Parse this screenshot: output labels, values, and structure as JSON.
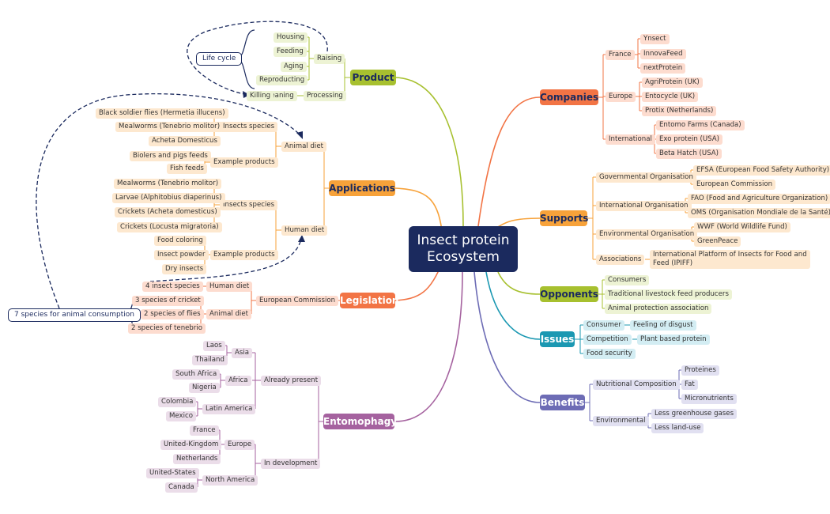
{
  "center": {
    "line1": "Insect protein",
    "line2": "Ecosystem"
  },
  "main_topics": {
    "product": "Product",
    "applications": "Applications",
    "legislation": "Legislation",
    "entomophagy": "Entomophagy",
    "companies": "Companies",
    "supports": "Supports",
    "opponents": "Opponents",
    "issues": "Issues",
    "benefits": "Benefits"
  },
  "product": {
    "raising": "Raising",
    "raising_items": [
      "Housing",
      "Feeding",
      "Aging",
      "Reproducting"
    ],
    "processing": "Processing",
    "cleaning": "Cleaning",
    "killing": "Killing",
    "lifecycle_note": "Life cycle"
  },
  "applications": {
    "animal_diet": "Animal diet",
    "human_diet": "Human diet",
    "insects_species": "Insects species",
    "example_products": "Example products",
    "animal_insects": [
      "Black soldier flies (Hermetia illucens)",
      "Mealworms (Tenebrio molitor)",
      "Acheta Domesticus"
    ],
    "animal_products": [
      "Biolers and pigs feeds",
      "Fish feeds"
    ],
    "human_insects": [
      "Mealworms (Tenebrio molitor)",
      "Larvae (Alphitobius diaperinus)",
      "Crickets (Acheta domesticus)",
      "Crickets (Locusta migratoria)"
    ],
    "human_products": [
      "Food coloring",
      "Insect powder",
      "Dry insects"
    ]
  },
  "legislation": {
    "european_commission": "European Commission",
    "human_diet": "Human diet",
    "animal_diet": "Animal diet",
    "human_species": "4 insect species",
    "animal_species": [
      "3 species of cricket",
      "2 species of flies",
      "2 species of tenebrio"
    ],
    "note": "7 species for animal consumption"
  },
  "entomophagy": {
    "already_present": "Already present",
    "in_development": "In development",
    "asia": "Asia",
    "asia_items": [
      "Laos",
      "Thailand"
    ],
    "africa": "Africa",
    "africa_items": [
      "South Africa",
      "Nigeria"
    ],
    "latin_america": "Latin America",
    "latin_items": [
      "Colombia",
      "Mexico"
    ],
    "europe": "Europe",
    "europe_items": [
      "France",
      "United-Kingdom",
      "Netherlands"
    ],
    "north_america": "North America",
    "na_items": [
      "United-States",
      "Canada"
    ]
  },
  "companies": {
    "france": "France",
    "france_items": [
      "Ynsect",
      "InnovaFeed",
      "nextProtein"
    ],
    "europe": "Europe",
    "europe_items": [
      "AgriProtein (UK)",
      "Entocycle (UK)",
      "Protix (Netherlands)"
    ],
    "international": "International",
    "international_items": [
      "Entomo Farms (Canada)",
      "Exo protein (USA)",
      "Beta Hatch (USA)"
    ]
  },
  "supports": {
    "governmental": "Governmental Organisation",
    "gov_items": [
      "EFSA (European Food Safety Authority)",
      "European Commission"
    ],
    "international": "International Organisation",
    "int_items": [
      "FAO (Food and Agriculture Organization)",
      "OMS (Organisation Mondiale de la Santé)"
    ],
    "environmental": "Environmental Organisation",
    "env_items": [
      "WWF (World Wildlife Fund)",
      "GreenPeace"
    ],
    "associations": "Associations",
    "assoc_item_line1": "International Platform of Insects for Food and",
    "assoc_item_line2": "Feed (IPIFF)"
  },
  "opponents": {
    "items": [
      "Consumers",
      "Traditional livestock feed producers",
      "Animal protection association"
    ]
  },
  "issues": {
    "consumer": "Consumer",
    "consumer_item": "Feeling of disgust",
    "competition": "Competition",
    "competition_item": "Plant based protein",
    "food_security": "Food security"
  },
  "benefits": {
    "nutritional": "Nutritional Composition",
    "nutritional_items": [
      "Proteines",
      "Fat",
      "Micronutrients"
    ],
    "environmental": "Environmental",
    "environmental_items": [
      "Less greenhouse gases",
      "Less land-use"
    ]
  },
  "colors": {
    "center": "#1b2a5e",
    "product": "#a7c02f",
    "product_light": "#edf3d4",
    "applications": "#f7a23a",
    "applications_light": "#fde8cf",
    "legislation": "#f27445",
    "legislation_light": "#fddccf",
    "entomophagy": "#a5629f",
    "entomophagy_light": "#ebdde9",
    "companies": "#f27445",
    "companies_light": "#fddccf",
    "supports": "#f7a23a",
    "supports_light": "#fde8cf",
    "opponents": "#a7c02f",
    "opponents_light": "#edf3d4",
    "issues": "#1b98b2",
    "issues_light": "#d3edf3",
    "benefits": "#6d6cb5",
    "benefits_light": "#e1e0f1"
  }
}
